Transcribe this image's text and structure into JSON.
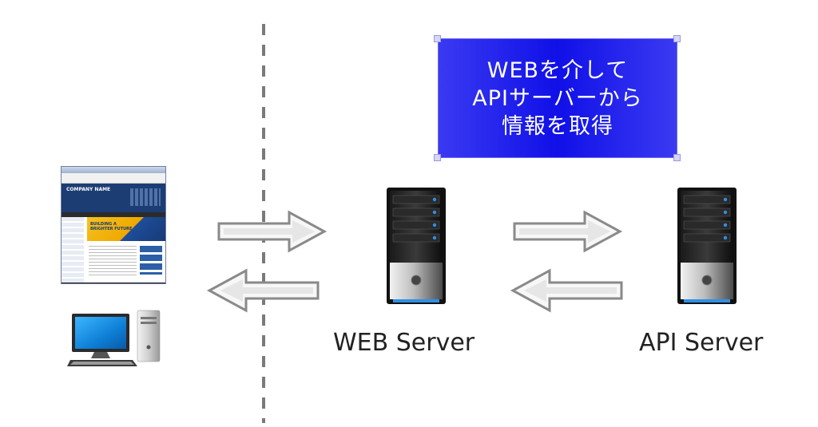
{
  "callout": {
    "lines": [
      "WEBを介して",
      "APIサーバーから",
      "情報を取得"
    ]
  },
  "browser": {
    "company_name": "COMPANY NAME",
    "banner_line1": "BUILDING A",
    "banner_line2": "BRIGHTER FUTURE"
  },
  "labels": {
    "web_server": "WEB Server",
    "api_server": "API Server"
  },
  "icons": [
    "browser-window-icon",
    "desktop-computer-icon",
    "web-server-icon",
    "api-server-icon",
    "arrow-right-icon",
    "arrow-left-icon"
  ],
  "colors": {
    "callout_blue": "#1010e8",
    "server_blue": "#2f8fe6",
    "arrow_gray": "#9a9a9a",
    "divider": "#7a7a7a"
  }
}
